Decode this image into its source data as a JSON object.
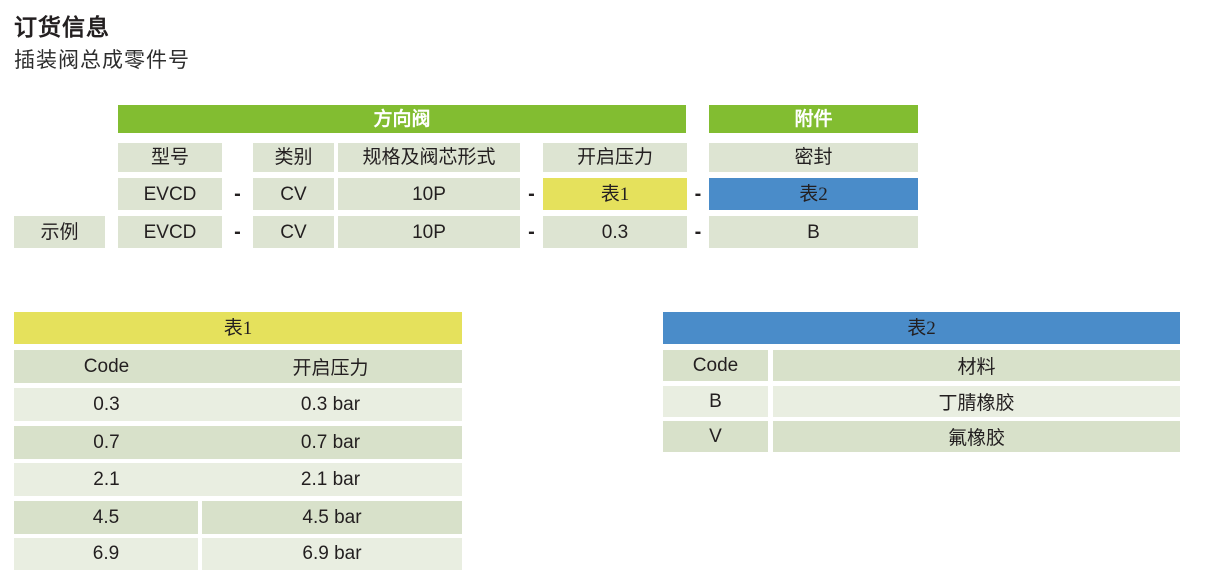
{
  "page": {
    "title": "订货信息",
    "subtitle": "插装阀总成零件号"
  },
  "part_table": {
    "dash": "-",
    "group_direction": "方向阀",
    "group_accessory": "附件",
    "col_model": "型号",
    "col_category": "类别",
    "col_spec": "规格及阀芯形式",
    "col_pressure": "开启压力",
    "col_seal": "密封",
    "code_model": "EVCD",
    "code_category": "CV",
    "code_spec": "10P",
    "code_pressure_ref": "表1",
    "code_seal_ref": "表2",
    "example_label": "示例",
    "example_model": "EVCD",
    "example_category": "CV",
    "example_spec": "10P",
    "example_pressure": "0.3",
    "example_seal": "B"
  },
  "table1": {
    "title": "表1",
    "col_code": "Code",
    "col_value": "开启压力",
    "rows": [
      {
        "code": "0.3",
        "value": "0.3 bar"
      },
      {
        "code": "0.7",
        "value": "0.7 bar"
      },
      {
        "code": "2.1",
        "value": "2.1 bar"
      },
      {
        "code": "4.5",
        "value": "4.5 bar"
      },
      {
        "code": "6.9",
        "value": "6.9 bar"
      }
    ]
  },
  "table2": {
    "title": "表2",
    "col_code": "Code",
    "col_value": "材料",
    "rows": [
      {
        "code": "B",
        "value": "丁腈橡胶"
      },
      {
        "code": "V",
        "value": "氟橡胶"
      }
    ]
  },
  "colors": {
    "green": "#82bd31",
    "yellow": "#e5e15c",
    "blue": "#4a8cc9",
    "cell": "#dde4d2",
    "row_dark": "#d8e1ca",
    "row_light": "#e9eee1"
  }
}
